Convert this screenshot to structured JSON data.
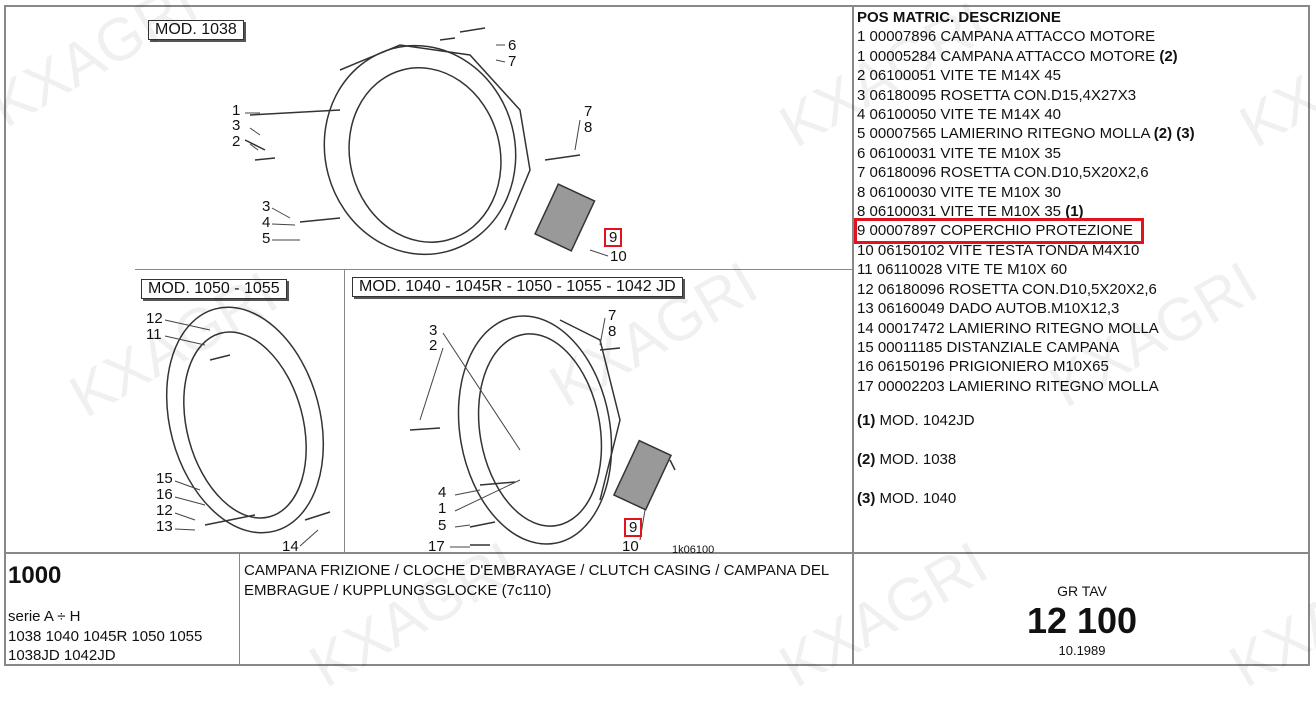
{
  "watermark": "KXAGRI",
  "diagram": {
    "models": [
      "MOD. 1038",
      "MOD. 1050 - 1055",
      "MOD. 1040 - 1045R - 1050 - 1055 - 1042 JD"
    ],
    "drawing_code": "1k06100",
    "callouts_top": [
      "6",
      "7",
      "1",
      "3",
      "2",
      "7",
      "8",
      "3",
      "4",
      "5",
      "9",
      "10"
    ],
    "callouts_left": [
      "12",
      "11",
      "15",
      "16",
      "12",
      "13",
      "14"
    ],
    "callouts_right": [
      "3",
      "2",
      "7",
      "8",
      "4",
      "1",
      "5",
      "17",
      "9",
      "10"
    ]
  },
  "parts_list": {
    "header": "POS MATRIC. DESCRIZIONE",
    "rows": [
      {
        "text": "1 00007896 CAMPANA ATTACCO MOTORE",
        "note": ""
      },
      {
        "text": "1 00005284 CAMPANA ATTACCO MOTORE",
        "note": "(2)"
      },
      {
        "text": "2 06100051 VITE TE M14X 45",
        "note": ""
      },
      {
        "text": "3 06180095 ROSETTA CON.D15,4X27X3",
        "note": ""
      },
      {
        "text": "4 06100050 VITE TE M14X 40",
        "note": ""
      },
      {
        "text": "5 00007565 LAMIERINO RITEGNO MOLLA",
        "note": "(2) (3)"
      },
      {
        "text": "6 06100031 VITE TE M10X 35",
        "note": ""
      },
      {
        "text": "7 06180096 ROSETTA CON.D10,5X20X2,6",
        "note": ""
      },
      {
        "text": "8 06100030 VITE TE M10X 30",
        "note": ""
      },
      {
        "text": "8 06100031 VITE TE M10X 35",
        "note": "(1)"
      },
      {
        "text": "9 00007897 COPERCHIO PROTEZIONE",
        "note": ""
      },
      {
        "text": "10 06150102 VITE TESTA TONDA M4X10",
        "note": ""
      },
      {
        "text": "11 06110028 VITE TE M10X 60",
        "note": ""
      },
      {
        "text": "12 06180096 ROSETTA CON.D10,5X20X2,6",
        "note": ""
      },
      {
        "text": "13 06160049 DADO AUTOB.M10X12,3",
        "note": ""
      },
      {
        "text": "14 00017472 LAMIERINO RITEGNO MOLLA",
        "note": ""
      },
      {
        "text": "15 00011185 DISTANZIALE CAMPANA",
        "note": ""
      },
      {
        "text": "16 06150196 PRIGIONIERO M10X65",
        "note": ""
      },
      {
        "text": "17 00002203 LAMIERINO RITEGNO MOLLA",
        "note": ""
      }
    ],
    "highlight_color": "#e0141e",
    "notes": [
      {
        "key": "(1)",
        "text": "MOD. 1042JD"
      },
      {
        "key": "(2)",
        "text": "MOD. 1038"
      },
      {
        "key": "(3)",
        "text": "MOD. 1040"
      }
    ]
  },
  "footer": {
    "group_code": "1000",
    "series": "serie A ÷ H",
    "models_line1": "1038 1040 1045R 1050 1055",
    "models_line2": "1038JD 1042JD",
    "description": "CAMPANA FRIZIONE / CLOCHE D'EMBRAYAGE / CLUTCH CASING / CAMPANA DEL EMBRAGUE / KUPPLUNGSGLOCKE (7c110)",
    "gr_tav_label": "GR TAV",
    "gr_tav_number": "12 100",
    "date": "10.1989"
  }
}
